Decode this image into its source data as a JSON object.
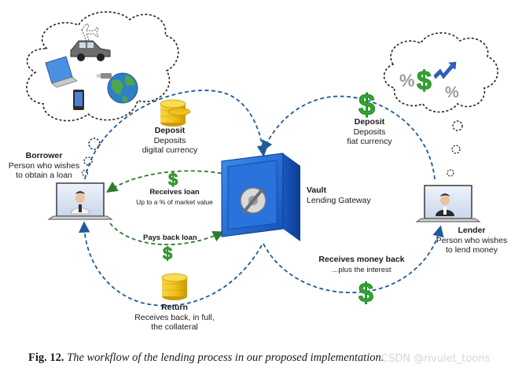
{
  "borrower": {
    "title": "Borrower",
    "desc_line1": "Person who wishes",
    "desc_line2": "to obtain a loan"
  },
  "lender": {
    "title": "Lender",
    "desc_line1": "Person who wishes",
    "desc_line2": "to lend money"
  },
  "vault": {
    "title": "Vault",
    "desc": "Lending Gateway"
  },
  "deposit_digital": {
    "title": "Deposit",
    "line1": "Deposits",
    "line2": "digital currency"
  },
  "deposit_fiat": {
    "title": "Deposit",
    "line1": "Deposits",
    "line2": "fiat currency"
  },
  "receives_loan": {
    "title": "Receives loan",
    "desc": "Up to a % of market value"
  },
  "pays_back": {
    "title": "Pays back loan"
  },
  "receives_money_back": {
    "title": "Receives money back",
    "desc": "...plus the interest"
  },
  "return_flow": {
    "title": "Return",
    "line1": "Receives back, in full,",
    "line2": "the collateral"
  },
  "caption": {
    "label": "Fig. 12.",
    "text": "The workflow of the lending process in our proposed implementation."
  },
  "watermark": "CSDN @rivulet_toons",
  "thought_bubble_left_items": [
    "airplane-icon",
    "car-icon",
    "phone-icon",
    "earth-icon",
    "usb-drive-icon"
  ],
  "thought_bubble_right_items": [
    "percent-icon",
    "dollar-icon",
    "percent-icon",
    "chart-arrow-icon"
  ],
  "colors": {
    "blue_flow": "#1f5a99",
    "green_flow": "#2f7a32",
    "vault_blue": "#1f6fd6",
    "dollar_green": "#2fa82f",
    "coin_gold": "#f2c21a"
  }
}
